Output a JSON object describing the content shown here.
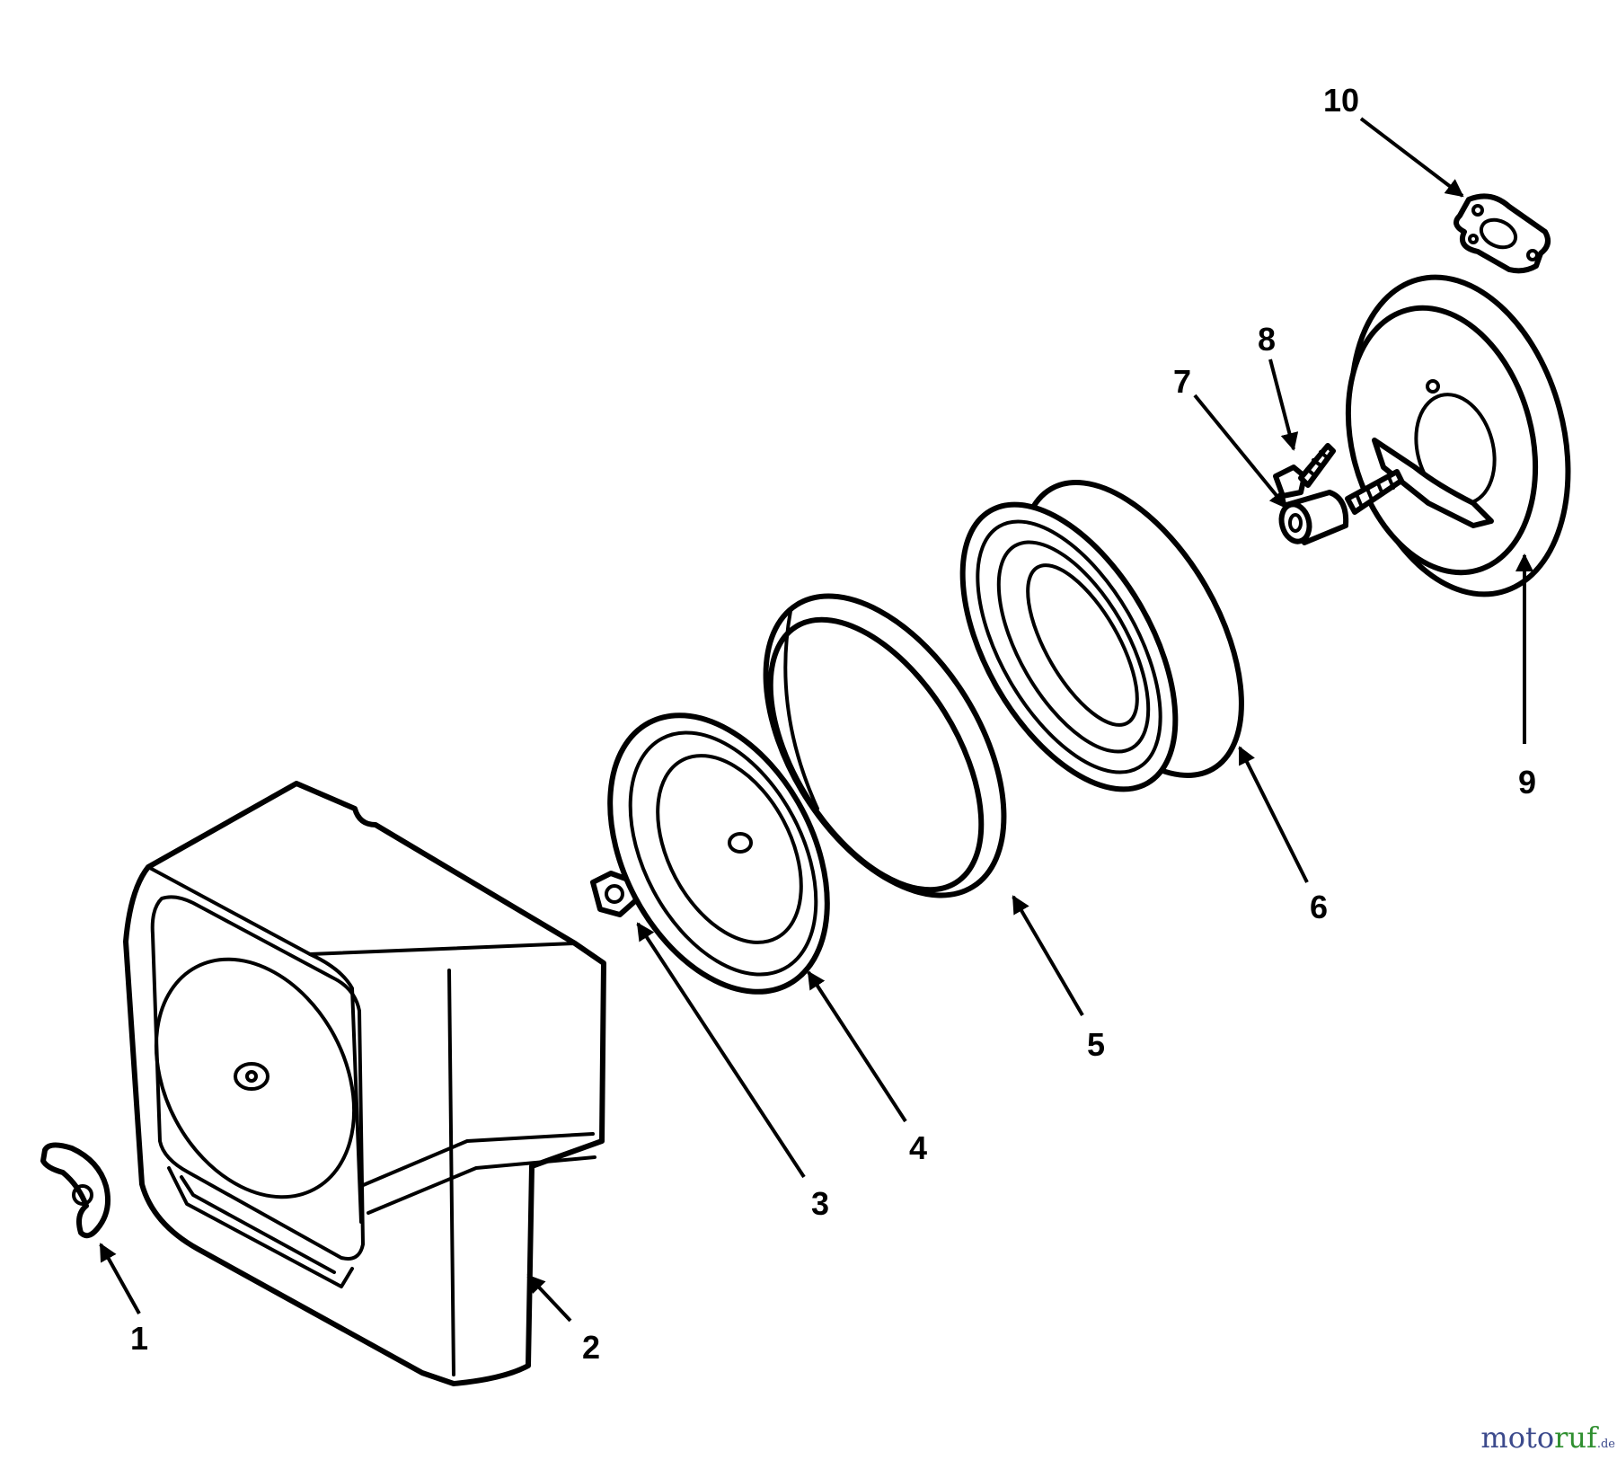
{
  "callouts": {
    "c1": "1",
    "c2": "2",
    "c3": "3",
    "c4": "4",
    "c5": "5",
    "c6": "6",
    "c7": "7",
    "c8": "8",
    "c9": "9",
    "c10": "10"
  },
  "watermark": {
    "part1": "moto",
    "part2": "ruf",
    "part3": ".de"
  }
}
